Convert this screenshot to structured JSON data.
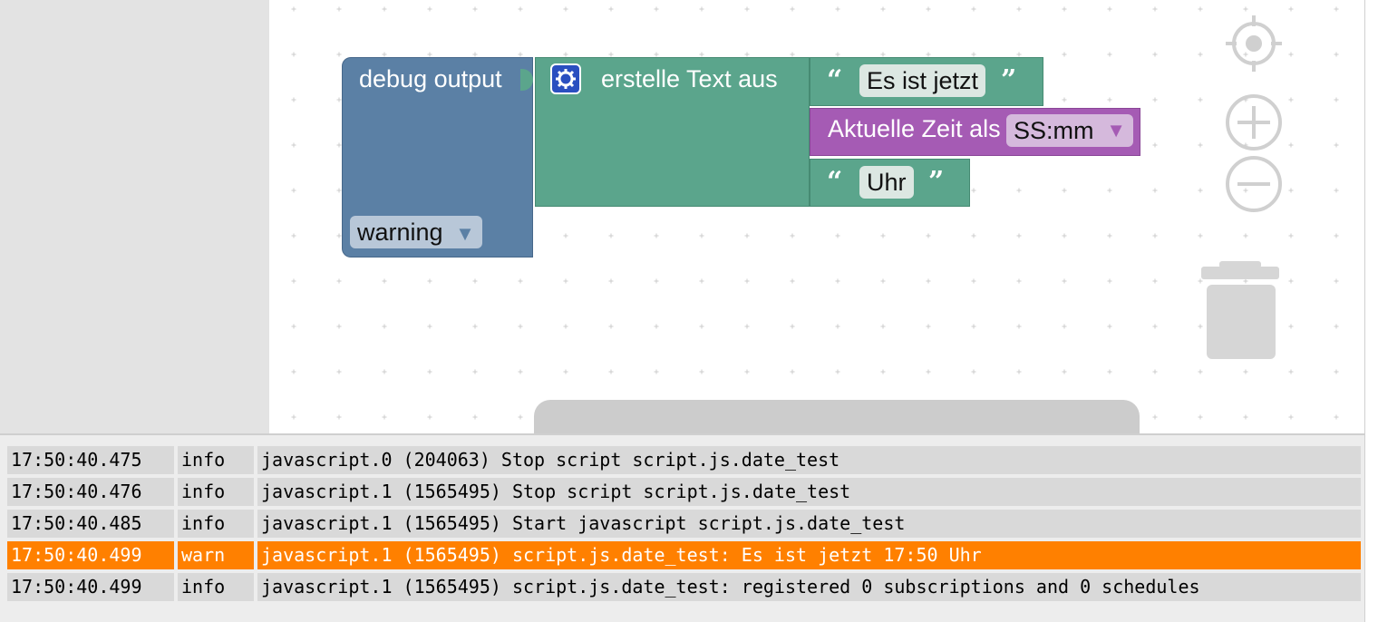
{
  "blocks": {
    "debug": {
      "label": "debug output",
      "level": "warning"
    },
    "join": {
      "label": "erstelle Text aus"
    },
    "text1": {
      "open_quote": "“",
      "value": "Es ist jetzt",
      "close_quote": "”"
    },
    "time": {
      "label": "Aktuelle Zeit als",
      "format": "SS:mm"
    },
    "text2": {
      "open_quote": "“",
      "value": "Uhr",
      "close_quote": "”"
    }
  },
  "controls": {
    "icons": [
      "crosshair-icon",
      "zoom-in-icon",
      "zoom-out-icon",
      "trash-icon"
    ]
  },
  "colors": {
    "debug_block": "#5b80a5",
    "text_block": "#5ba58c",
    "time_block": "#a55bb4",
    "warn_row": "#ff8000"
  },
  "log": {
    "rows": [
      {
        "time": "17:50:40.475",
        "level": "info",
        "message": "javascript.0 (204063) Stop script script.js.date_test"
      },
      {
        "time": "17:50:40.476",
        "level": "info",
        "message": "javascript.1 (1565495) Stop script script.js.date_test"
      },
      {
        "time": "17:50:40.485",
        "level": "info",
        "message": "javascript.1 (1565495) Start javascript script.js.date_test"
      },
      {
        "time": "17:50:40.499",
        "level": "warn",
        "message": "javascript.1 (1565495) script.js.date_test: Es ist jetzt 17:50 Uhr"
      },
      {
        "time": "17:50:40.499",
        "level": "info",
        "message": "javascript.1 (1565495) script.js.date_test: registered 0 subscriptions and 0 schedules"
      }
    ]
  }
}
